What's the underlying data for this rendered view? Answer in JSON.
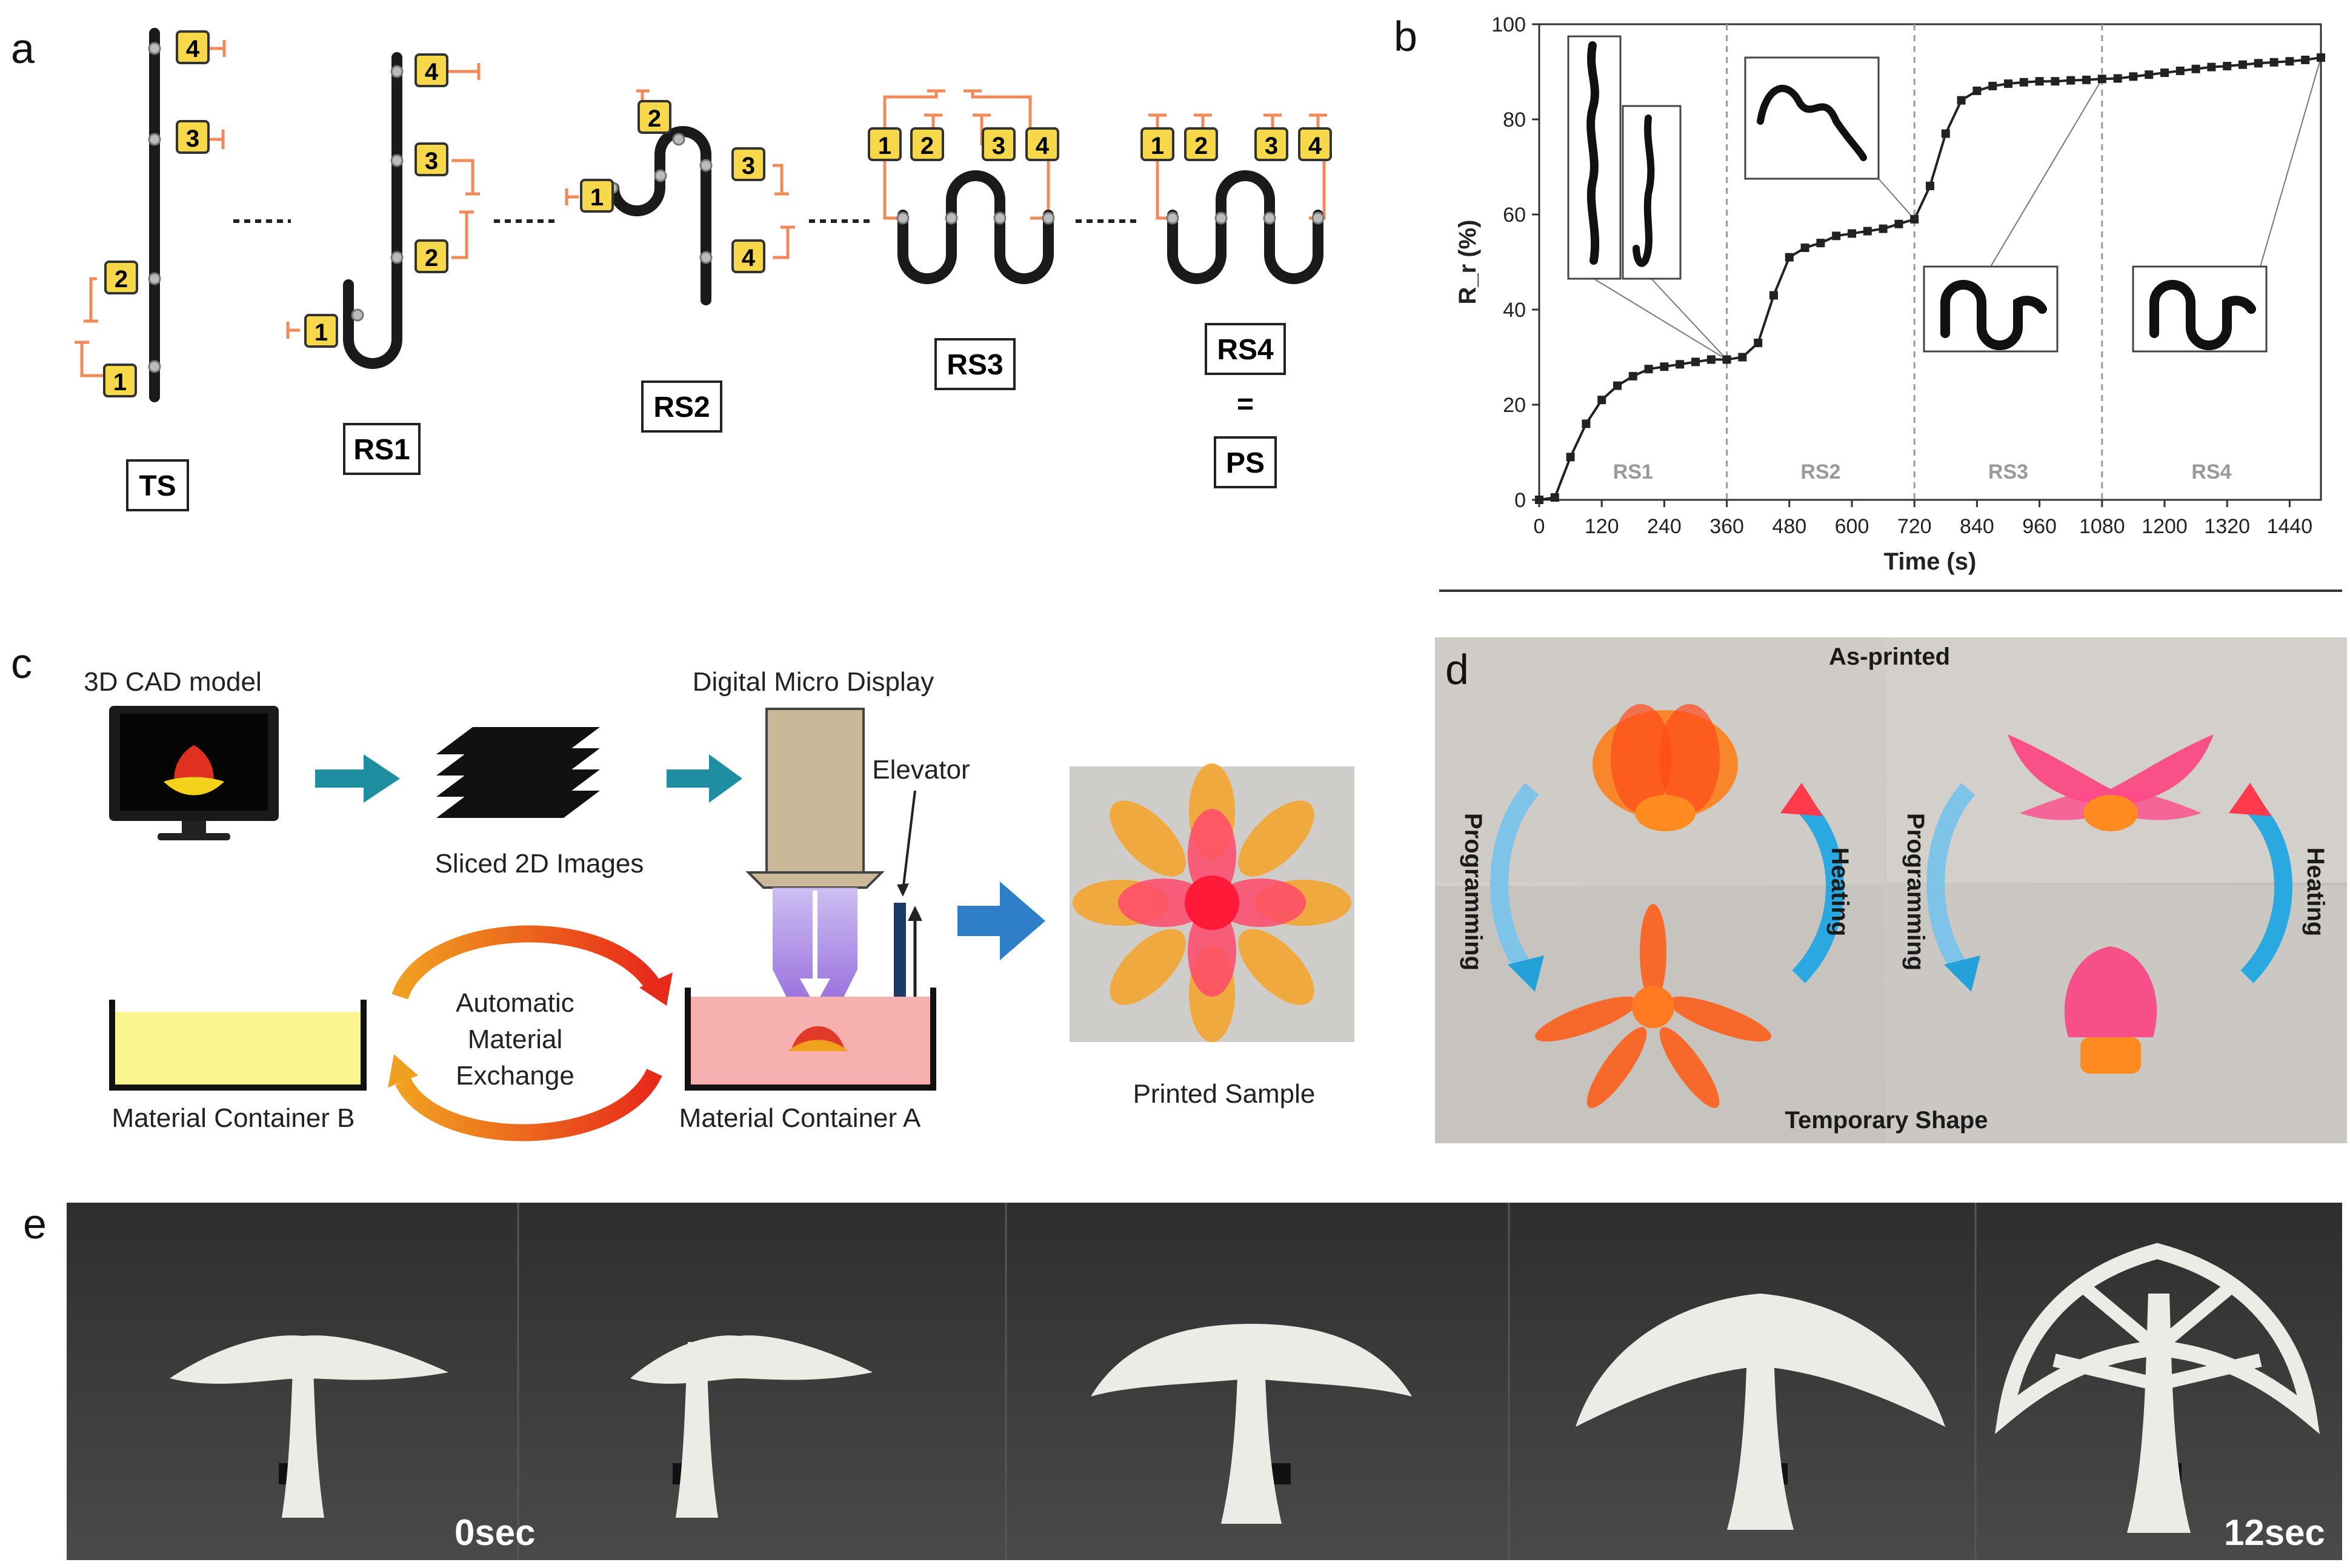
{
  "figure": {
    "panel_labels": [
      "a",
      "b",
      "c",
      "d",
      "e"
    ]
  },
  "panel_a": {
    "stages": [
      "TS",
      "RS1",
      "RS2",
      "RS3",
      "RS4",
      "=",
      "PS"
    ],
    "markers": [
      "1",
      "2",
      "3",
      "4"
    ]
  },
  "panel_b": {
    "region_labels": [
      "RS1",
      "RS2",
      "RS3",
      "RS4"
    ]
  },
  "chart_data": {
    "type": "line",
    "xlabel": "Time (s)",
    "ylabel": "R_r (%)",
    "xlim": [
      0,
      1500
    ],
    "ylim": [
      0,
      100
    ],
    "x_ticks": [
      0,
      120,
      240,
      360,
      480,
      600,
      720,
      840,
      960,
      1080,
      1200,
      1320,
      1440
    ],
    "y_ticks": [
      0,
      20,
      40,
      60,
      80,
      100
    ],
    "region_dividers": [
      360,
      720,
      1080
    ],
    "regions": [
      "RS1",
      "RS2",
      "RS3",
      "RS4"
    ],
    "grid": false,
    "series": [
      {
        "color": "#222222",
        "x": [
          0,
          30,
          60,
          90,
          120,
          150,
          180,
          210,
          240,
          270,
          300,
          330,
          360,
          390,
          420,
          450,
          480,
          510,
          540,
          570,
          600,
          630,
          660,
          690,
          720,
          750,
          780,
          810,
          840,
          870,
          900,
          930,
          960,
          990,
          1020,
          1050,
          1080,
          1110,
          1140,
          1170,
          1200,
          1230,
          1260,
          1290,
          1320,
          1350,
          1380,
          1410,
          1440,
          1470,
          1500
        ],
        "y": [
          0,
          0.5,
          9,
          16,
          21,
          24,
          26,
          27.5,
          28,
          28.5,
          29,
          29.5,
          29.5,
          30,
          33,
          43,
          51,
          53,
          54,
          55.5,
          56,
          56.5,
          57,
          58,
          59,
          66,
          77,
          84,
          86,
          87,
          87.5,
          87.8,
          88,
          88,
          88.2,
          88.3,
          88.5,
          88.6,
          89,
          89.4,
          89.8,
          90.2,
          90.6,
          91,
          91.2,
          91.5,
          91.8,
          92,
          92.2,
          92.5,
          93
        ]
      }
    ]
  },
  "panel_c": {
    "cad_label": "3D CAD model",
    "display_label": "Digital Micro Display",
    "elevator_label": "Elevator",
    "sliced_label": "Sliced 2D Images",
    "exchange_label": [
      "Automatic",
      "Material",
      "Exchange"
    ],
    "container_b_label": "Material Container B",
    "container_a_label": "Material Container A",
    "printed_label": "Printed Sample"
  },
  "panel_d": {
    "top_label": "As-printed",
    "bottom_label": "Temporary Shape",
    "left_arrow_label": "Programming",
    "right_arrow_label": "Heating",
    "left2_arrow_label": "Programming",
    "right2_arrow_label": "Heating"
  },
  "panel_e": {
    "time_start": "0sec",
    "time_end": "12sec"
  }
}
